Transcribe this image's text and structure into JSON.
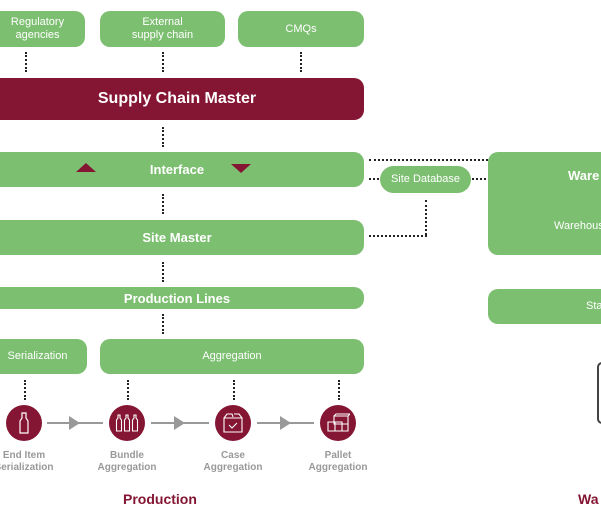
{
  "top_sources": [
    {
      "label_line1": "Regulatory",
      "label_line2": "agencies"
    },
    {
      "label_line1": "External",
      "label_line2": "supply chain"
    },
    {
      "label": "CMQs"
    }
  ],
  "supply_chain_master": "Supply Chain Master",
  "interface": "Interface",
  "site_master": "Site Master",
  "site_database": "Site Database",
  "production_lines": "Production Lines",
  "serialization": "Serialization",
  "aggregation": "Aggregation",
  "warehouse": {
    "title": "Ware",
    "subtitle": "Warehous"
  },
  "warehouse_lower": "Sta",
  "steps": [
    {
      "icon": "bottle-icon",
      "line1": "End Item",
      "line2": "Serialization"
    },
    {
      "icon": "bundle-bottles-icon",
      "line1": "Bundle",
      "line2": "Aggregation"
    },
    {
      "icon": "case-icon",
      "line1": "Case",
      "line2": "Aggregation"
    },
    {
      "icon": "pallet-icon",
      "line1": "Pallet",
      "line2": "Aggregation"
    }
  ],
  "sections": {
    "production": "Production",
    "warehouse": "Wa"
  },
  "colors": {
    "green": "#7dbf71",
    "maroon": "#841533",
    "grey": "#999999"
  }
}
